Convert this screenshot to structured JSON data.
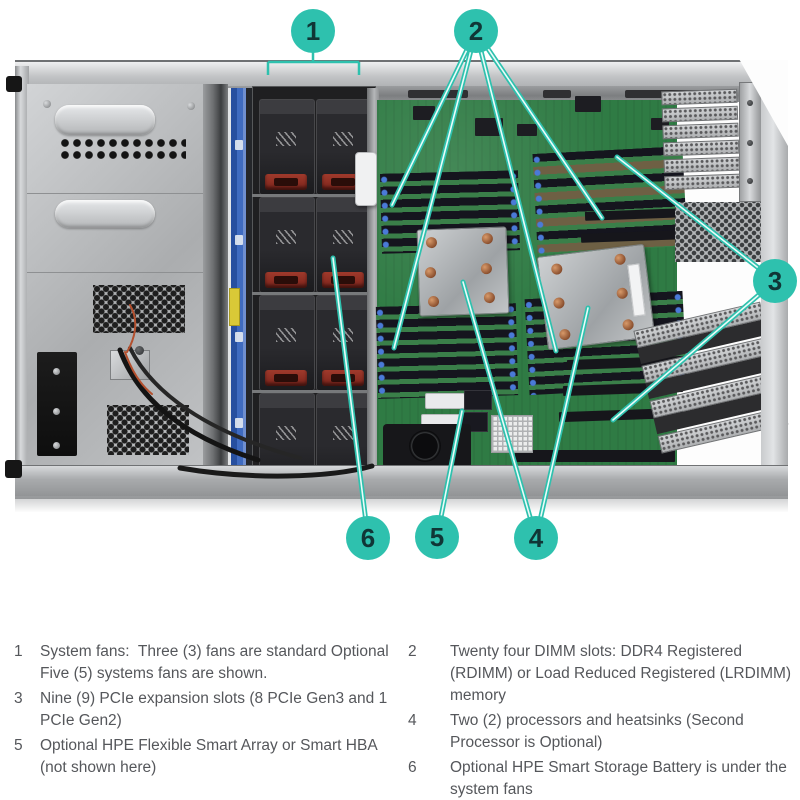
{
  "figure": {
    "callouts": [
      {
        "number": "1",
        "name": "system-fans"
      },
      {
        "number": "2",
        "name": "dimm-slots"
      },
      {
        "number": "3",
        "name": "pcie-expansion-slots"
      },
      {
        "number": "4",
        "name": "processors-and-heatsinks"
      },
      {
        "number": "5",
        "name": "flexible-smart-array"
      },
      {
        "number": "6",
        "name": "smart-storage-battery"
      }
    ]
  },
  "legend": {
    "left": [
      {
        "num": "1",
        "lines": [
          "System fans:  Three (3) fans are standard Optional",
          "Five (5) systems fans are shown."
        ]
      },
      {
        "num": "3",
        "lines": [
          "Nine (9) PCIe expansion slots (8 PCIe Gen3 and 1",
          "PCIe Gen2)"
        ]
      },
      {
        "num": "5",
        "lines": [
          "Optional HPE Flexible Smart Array or Smart HBA",
          "(not shown here)"
        ]
      }
    ],
    "right": [
      {
        "num": "2",
        "lines": [
          "Twenty four DIMM slots: DDR4 Registered",
          "(RDIMM) or Load Reduced Registered (LRDIMM)",
          "memory"
        ]
      },
      {
        "num": "4",
        "lines": [
          "Two (2) processors and heatsinks (Second",
          "Processor is Optional)"
        ]
      },
      {
        "num": "6",
        "lines": [
          "Optional HPE Smart Storage Battery is under the",
          "system fans"
        ]
      }
    ]
  },
  "colors": {
    "accent_teal": "#2ec1ae",
    "legend_text": "#55575b"
  }
}
